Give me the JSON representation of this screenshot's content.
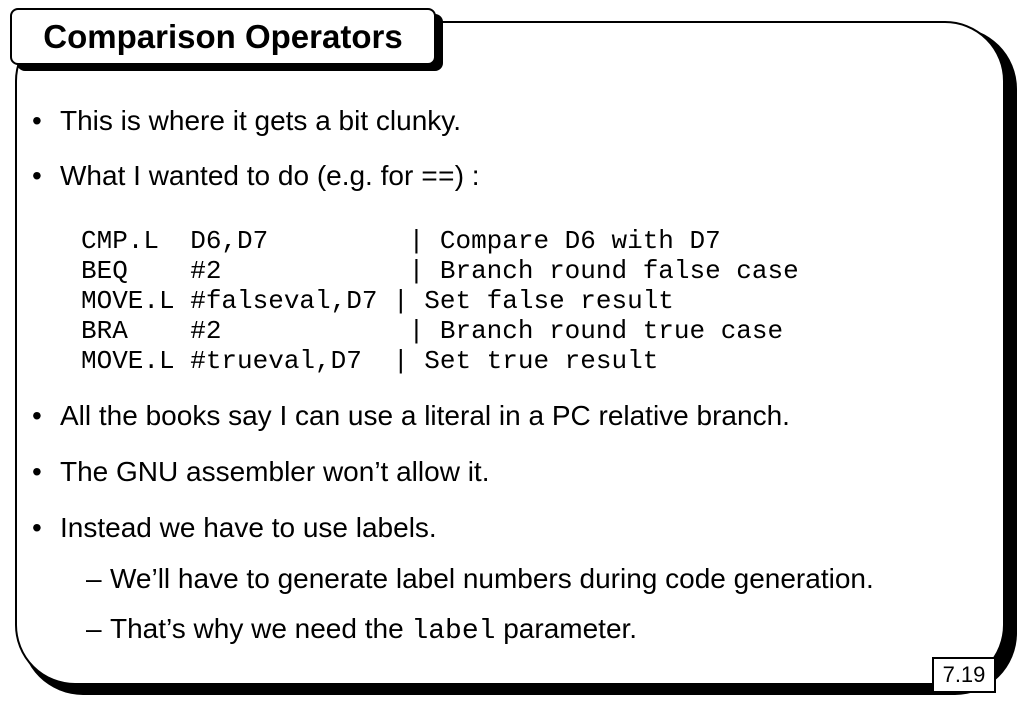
{
  "title": "Comparison Operators",
  "bullet_glyph": "•",
  "dash_glyph": "–",
  "bullets": [
    {
      "text": "This is where it gets a bit clunky."
    },
    {
      "before": "What I wanted to do (e.g. for ",
      "code": "==",
      "after": ") :"
    },
    {
      "text": "All the books say I can use a literal in a PC relative branch."
    },
    {
      "text": "The GNU assembler won’t allow it."
    },
    {
      "text": "Instead we have to use labels."
    }
  ],
  "sub_bullets": [
    {
      "text": "We’ll have to generate label numbers during code generation."
    },
    {
      "before": "That’s why we need the ",
      "code": "label",
      "after": " parameter."
    }
  ],
  "code_lines": [
    "CMP.L  D6,D7         | Compare D6 with D7",
    "BEQ    #2            | Branch round false case",
    "MOVE.L #falseval,D7 | Set false result",
    "BRA    #2            | Branch round true case",
    "MOVE.L #trueval,D7  | Set true result"
  ],
  "page_number": "7.19"
}
